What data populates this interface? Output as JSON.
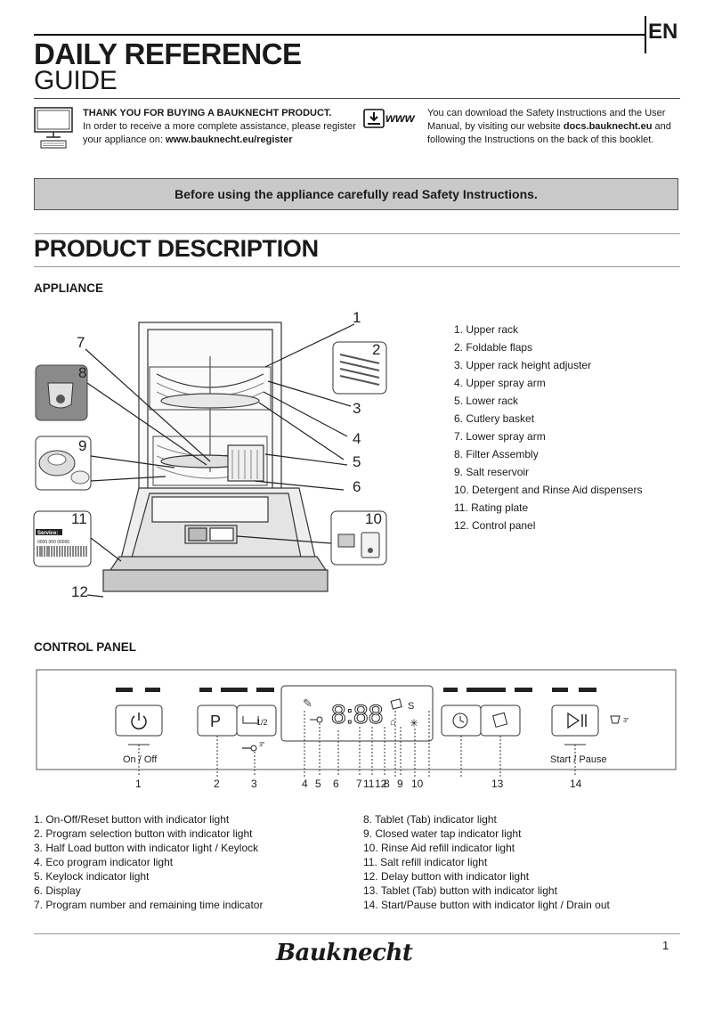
{
  "header": {
    "lang": "EN",
    "title_line1": "DAILY REFERENCE",
    "title_line2": "GUIDE"
  },
  "intro": {
    "thanks": "THANK YOU FOR BUYING A BAUKNECHT PRODUCT.",
    "text": "In order to receive a more complete assistance, please register your appliance on: ",
    "link": "www.bauknecht.eu/register"
  },
  "download": {
    "icon_label": "www",
    "text_before": "You can download the Safety Instructions and the User Manual, by visiting our website ",
    "link": "docs.bauknecht.eu",
    "text_after": " and following the Instructions on the back of this booklet."
  },
  "warning": "Before using the appliance carefully read Safety Instructions.",
  "product_heading": "PRODUCT  DESCRIPTION",
  "appliance": {
    "heading": "APPLIANCE",
    "service_label": "Service:",
    "service_number": "0000 000 00000",
    "callouts": [
      "1",
      "2",
      "3",
      "4",
      "5",
      "6",
      "7",
      "8",
      "9",
      "10",
      "11",
      "12"
    ],
    "parts": [
      "1.  Upper rack",
      "2.  Foldable flaps",
      "3.  Upper rack height adjuster",
      "4.  Upper spray arm",
      "5.  Lower rack",
      "6.  Cutlery basket",
      "7.  Lower spray arm",
      "8.  Filter Assembly",
      "9.  Salt reservoir",
      "10.  Detergent and Rinse Aid dispensers",
      "11.  Rating plate",
      "12.  Control panel"
    ]
  },
  "control_panel": {
    "heading": "CONTROL PANEL",
    "on_off_label": "On / Off",
    "start_pause_label": "Start / Pause",
    "half_label": "1/2",
    "keylock_time": "3\"",
    "drain_time": "3\"",
    "program_letter": "P",
    "display_digits": "8:88",
    "numbers": [
      "1",
      "2",
      "3",
      "4",
      "5",
      "6",
      "7",
      "11",
      "12",
      "8",
      "9",
      "10",
      "13",
      "14"
    ],
    "legend_left": [
      "1.  On-Off/Reset button with indicator light",
      "2.  Program selection button with indicator light",
      "3.  Half Load button with indicator light / Keylock",
      "4.  Eco program indicator light",
      "5.  Keylock indicator light",
      "6.  Display",
      "7.  Program number and remaining time indicator"
    ],
    "legend_right": [
      "8.  Tablet (Tab) indicator light",
      "9.  Closed water tap indicator light",
      "10.  Rinse Aid refill indicator light",
      "11.  Salt refill indicator light",
      "12.  Delay button with indicator light",
      "13.  Tablet (Tab) button with indicator light",
      "14.  Start/Pause button with indicator light / Drain out"
    ]
  },
  "footer": {
    "page_number": "1",
    "brand": "Bauknecht"
  }
}
